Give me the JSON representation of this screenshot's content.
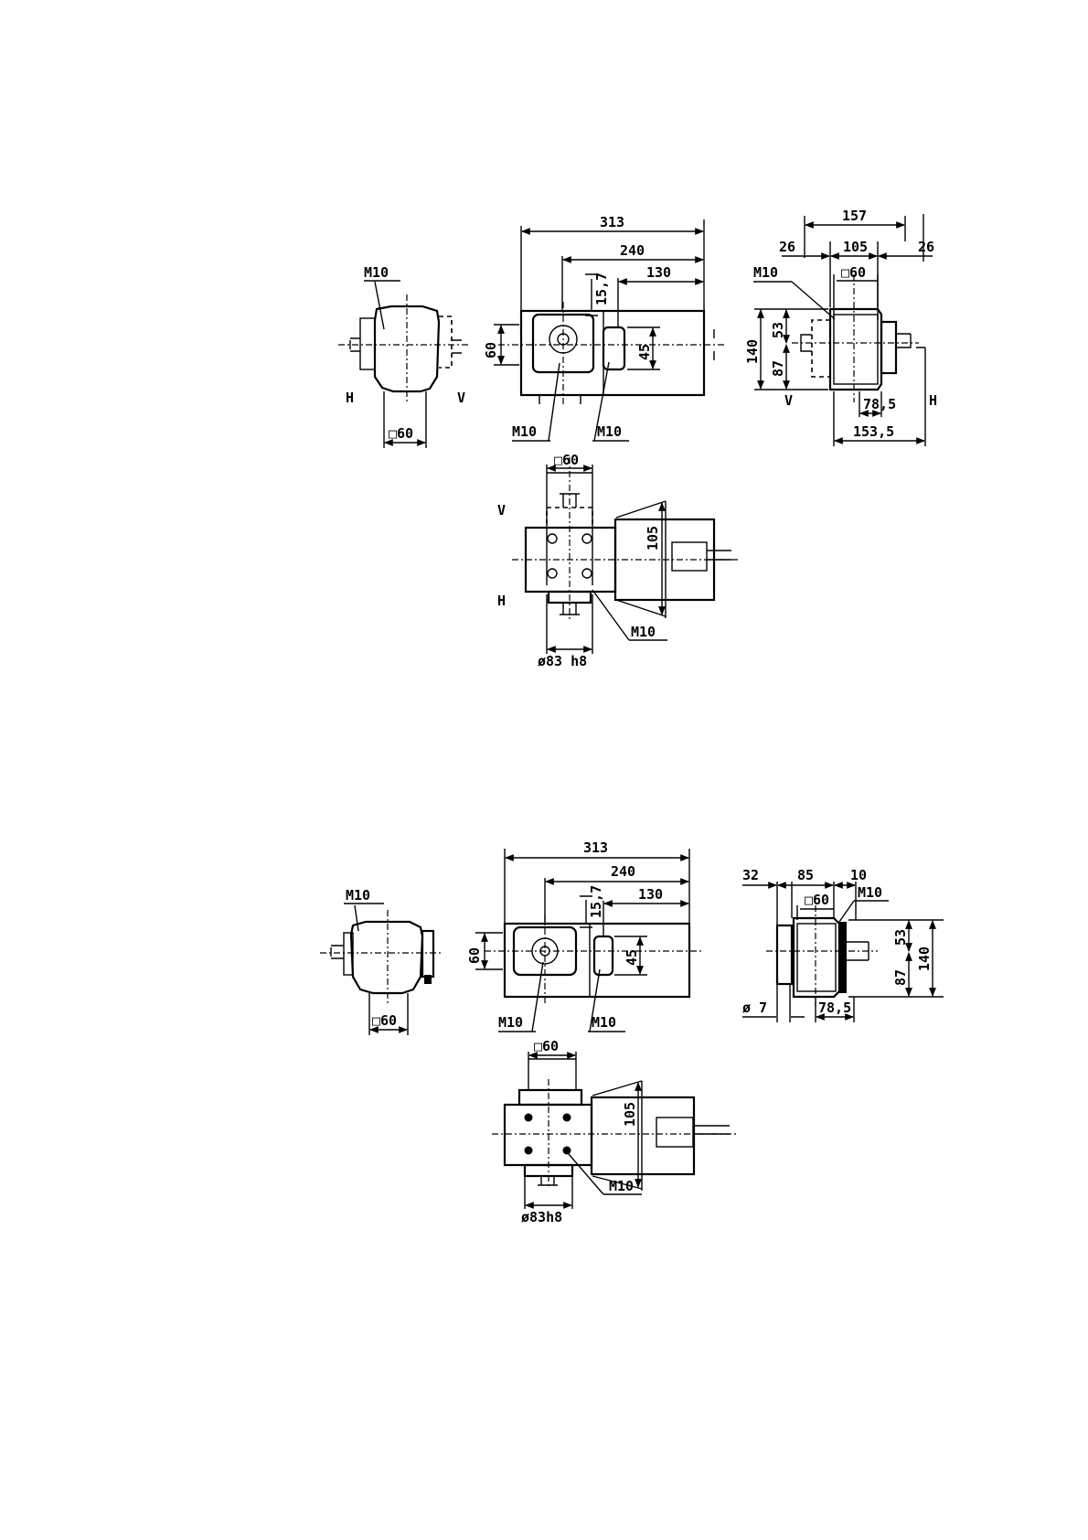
{
  "drawing_1": {
    "side_view": {
      "thread": "M10",
      "square": "□60",
      "mark_left": "H",
      "mark_right": "V"
    },
    "front_view": {
      "overall": "313",
      "mid": "240",
      "motor": "130",
      "offset": "15,7",
      "height": "60",
      "box": "45",
      "thread_left": "M10",
      "thread_right": "M10"
    },
    "end_view": {
      "width": "157",
      "left_gap": "26",
      "center": "105",
      "right_gap": "26",
      "thread": "M10",
      "square": "□60",
      "h_top": "53",
      "height": "140",
      "h_bottom": "87",
      "shaft": "78,5",
      "total": "153,5",
      "mark_v": "V",
      "mark_h": "H"
    },
    "top_view": {
      "square": "□60",
      "height": "105",
      "mark_v": "V",
      "mark_h": "H",
      "thread": "M10",
      "diameter": "ø83 h8"
    }
  },
  "drawing_2": {
    "side_view": {
      "thread": "M10",
      "square": "□60"
    },
    "front_view": {
      "overall": "313",
      "mid": "240",
      "motor": "130",
      "offset": "15,7",
      "height": "60",
      "box": "45",
      "thread_left": "M10",
      "thread_right": "M10"
    },
    "end_view": {
      "left": "32",
      "center": "85",
      "right": "10",
      "square": "□60",
      "thread": "M10",
      "h_top": "53",
      "height": "140",
      "h_bottom": "87",
      "shaft": "78,5",
      "hole": "ø 7"
    },
    "top_view": {
      "square": "□60",
      "height": "105",
      "thread": "M10",
      "diameter": "ø83h8"
    }
  }
}
